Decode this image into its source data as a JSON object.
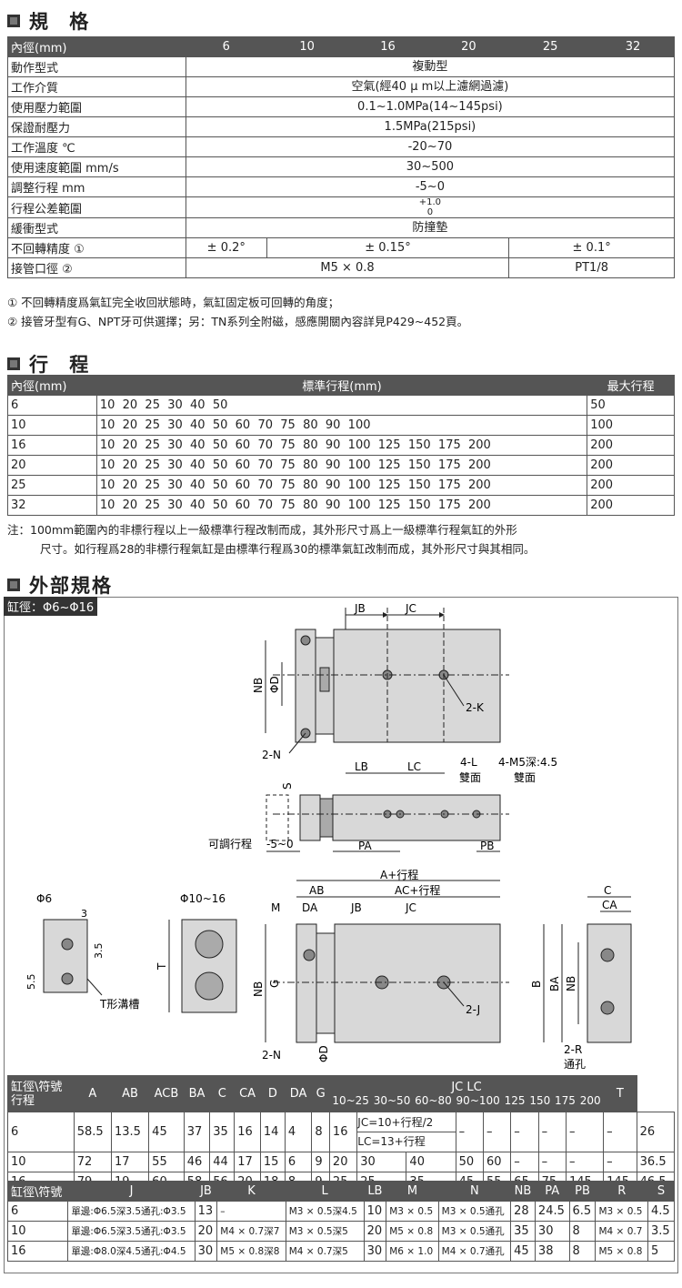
{
  "spec": {
    "title": "規 格",
    "header": [
      "內徑(mm)",
      "6",
      "10",
      "16",
      "20",
      "25",
      "32"
    ],
    "rows": [
      [
        "動作型式",
        "複動型"
      ],
      [
        "工作介質",
        "空氣(經40 μ m以上濾網過濾)"
      ],
      [
        "使用壓力範圍",
        "0.1~1.0MPa(14~145psi)"
      ],
      [
        "保證耐壓力",
        "1.5MPa(215psi)"
      ],
      [
        "工作溫度 ℃",
        "-20~70"
      ],
      [
        "使用速度範圍 mm/s",
        "30~500"
      ],
      [
        "調整行程 mm",
        "-5~0"
      ],
      [
        "行程公差範圍",
        "+1.0\n0"
      ],
      [
        "緩衝型式",
        "防撞墊"
      ]
    ],
    "row_rotate": {
      "label": "不回轉精度 ①",
      "v1": "± 0.2°",
      "v2": "± 0.15°",
      "v3": "± 0.1°"
    },
    "row_port": {
      "label": "接管口徑 ②",
      "v1": "M5 × 0.8",
      "v2": "PT1/8"
    },
    "notes": [
      "① 不回轉精度爲氣缸完全收回狀態時，氣缸固定板可回轉的角度；",
      "② 接管牙型有G、NPT牙可供選擇；另：TN系列全附磁，感應開關內容詳見P429~452頁。"
    ]
  },
  "stroke": {
    "title": "行 程",
    "header": [
      "內徑(mm)",
      "標準行程(mm)",
      "最大行程"
    ],
    "rows": [
      [
        "6",
        "10  20  25  30  40  50",
        "50"
      ],
      [
        "10",
        "10  20  25  30  40  50  60  70  75  80  90  100",
        "100"
      ],
      [
        "16",
        "10  20  25  30  40  50  60  70  75  80  90  100  125  150  175  200",
        "200"
      ],
      [
        "20",
        "10  20  25  30  40  50  60  70  75  80  90  100  125  150  175  200",
        "200"
      ],
      [
        "25",
        "10  20  25  30  40  50  60  70  75  80  90  100  125  150  175  200",
        "200"
      ],
      [
        "32",
        "10  20  25  30  40  50  60  70  75  80  90  100  125  150  175  200",
        "200"
      ]
    ],
    "note1": "注：100mm範圍內的非標行程以上一級標準行程改制而成，其外形尺寸爲上一級標準行程氣缸的外形",
    "note2": "尺寸。如行程爲28的非標行程氣缸是由標準行程爲30的標準氣缸改制而成，其外形尺寸與其相同。"
  },
  "external": {
    "title": "外部規格",
    "bore_label": "缸徑：Φ6~Φ16",
    "labels": {
      "jb": "JB",
      "jc": "JC",
      "nb": "NB",
      "phid": "ΦD",
      "two_k": "2-K",
      "two_n": "2-N",
      "lb": "LB",
      "lc": "LC",
      "four_l": "4-L",
      "both1": "雙面",
      "four_m5": "4-M5深:4.5",
      "both2": "雙面",
      "s": "S",
      "adj": "可調行程",
      "range": "-5~0",
      "pa": "PA",
      "pb": "PB",
      "a_stroke": "A+行程",
      "ab": "AB",
      "ac_stroke": "AC+行程",
      "m": "M",
      "da": "DA",
      "g": "G",
      "two_j": "2-J",
      "c": "C",
      "ca": "CA",
      "b": "B",
      "ba": "BA",
      "two_r": "2-R",
      "through": "通孔",
      "phi6": "Φ6",
      "phi1016": "Φ10~16",
      "three": "3",
      "three5": "3.5",
      "five5": "5.5",
      "t": "T",
      "tslot": "T形溝槽"
    }
  },
  "dim1": {
    "h_bore": "缸徑\\符號",
    "h_stroke": "行程",
    "cols": [
      "A",
      "AB",
      "ACB",
      "BA",
      "C",
      "CA",
      "D",
      "DA",
      "G"
    ],
    "jc_lc": "JC  LC",
    "stroke_cols": [
      "10~25",
      "30~50",
      "60~80",
      "90~100",
      "125",
      "150",
      "175",
      "200"
    ],
    "t": "T",
    "jc_formula": "JC=10+行程/2",
    "lc_formula": "LC=13+行程",
    "rows": [
      {
        "bore": "6",
        "v": [
          "58.5",
          "13.5",
          "45",
          "37",
          "35",
          "16",
          "14",
          "4",
          "8",
          "16"
        ],
        "s": [
          "",
          "",
          "–",
          "–",
          "–",
          "–",
          "–",
          "–"
        ],
        "t": "26"
      },
      {
        "bore": "10",
        "v": [
          "72",
          "17",
          "55",
          "46",
          "44",
          "17",
          "15",
          "6",
          "9",
          "20"
        ],
        "s": [
          "30",
          "40",
          "50",
          "60",
          "–",
          "–",
          "–",
          "–"
        ],
        "t": "36.5"
      },
      {
        "bore": "16",
        "v": [
          "79",
          "19",
          "60",
          "58",
          "56",
          "20",
          "18",
          "8",
          "9",
          "25"
        ],
        "s": [
          "25",
          "35",
          "45",
          "55",
          "65",
          "75",
          "145",
          "145"
        ],
        "t": "46.5"
      }
    ]
  },
  "dim2": {
    "header": [
      "缸徑\\符號",
      "J",
      "JB",
      "K",
      "L",
      "LB",
      "M",
      "N",
      "NB",
      "PA",
      "PB",
      "R",
      "S"
    ],
    "rows": [
      [
        "6",
        "單邊:Φ6.5深3.5通孔:Φ3.5",
        "13",
        "–",
        "M3 × 0.5深4.5",
        "10",
        "M3 × 0.5",
        "M3 × 0.5通孔",
        "28",
        "24.5",
        "6.5",
        "M3 × 0.5",
        "4.5"
      ],
      [
        "10",
        "單邊:Φ6.5深3.5通孔:Φ3.5",
        "20",
        "M4 × 0.7深7",
        "M3 × 0.5深5",
        "20",
        "M5 × 0.8",
        "M3 × 0.5通孔",
        "35",
        "30",
        "8",
        "M4 × 0.7",
        "3.5"
      ],
      [
        "16",
        "單邊:Φ8.0深4.5通孔:Φ4.5",
        "30",
        "M5 × 0.8深8",
        "M4 × 0.7深5",
        "30",
        "M6 × 1.0",
        "M4 × 0.7通孔",
        "45",
        "38",
        "8",
        "M5 × 0.8",
        "5"
      ]
    ]
  },
  "colors": {
    "header_bg": "#555555",
    "header_fg": "#ffffff",
    "body": "#222222",
    "part_fill": "#d8d8d8"
  }
}
